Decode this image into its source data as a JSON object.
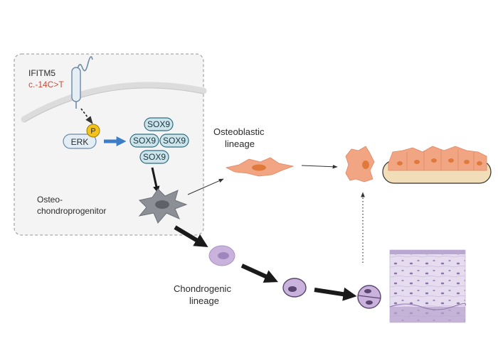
{
  "gene": {
    "name": "IFITM5",
    "variant": "c.-14C>T"
  },
  "signaling": {
    "erk_label": "ERK",
    "phospho_label": "P",
    "sox9_label": "SOX9",
    "sox9_count": 4
  },
  "cells": {
    "progenitor_line1": "Osteo-",
    "progenitor_line2": "chondroprogenitor",
    "osteoblastic_line1": "Osteoblastic",
    "osteoblastic_line2": "lineage",
    "chondrogenic_line1": "Chondrogenic",
    "chondrogenic_line2": "lineage"
  },
  "colors": {
    "variant_text": "#c0503a",
    "osteo_cell": "#f2a583",
    "osteo_nucleus": "#e07a3c",
    "chondro_cell": "#c9b3dc",
    "progenitor_cell": "#8c8f96",
    "erk_fill": "#e3edf6",
    "sox9_fill": "#cde5ea",
    "phospho_fill": "#f3c21c",
    "blue_arrow": "#3b7ec6",
    "bone_matrix": "#f1ddb8",
    "cartilage": "#e6dcef"
  }
}
